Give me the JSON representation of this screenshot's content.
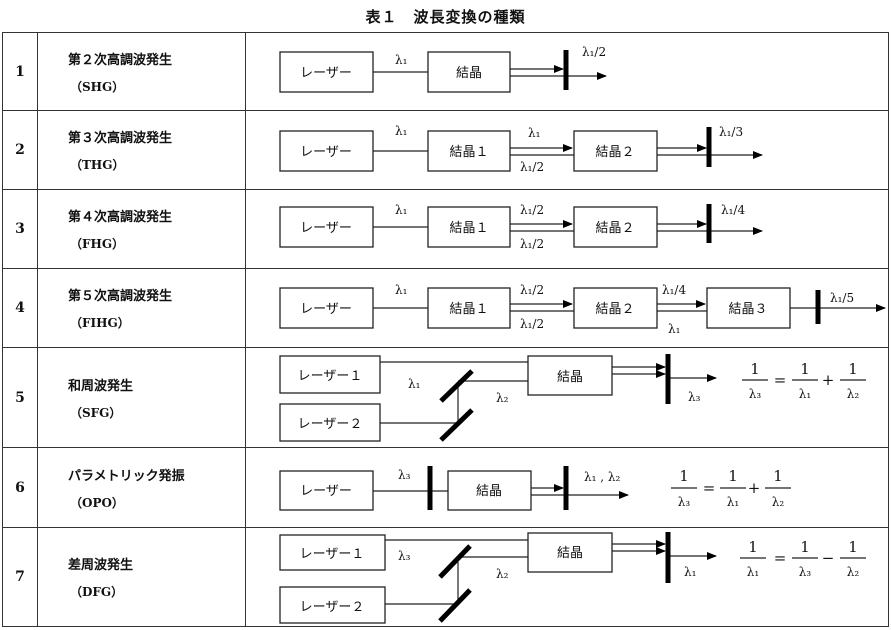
{
  "title": "表１　波長変換の種類",
  "rows": [
    {
      "number": "1",
      "name": "第２次高調波発生",
      "abbr": "（SHG）"
    },
    {
      "number": "2",
      "name": "第３次高調波発生",
      "abbr": "（THG）"
    },
    {
      "number": "3",
      "name": "第４次高調波発生",
      "abbr": "（FHG）"
    },
    {
      "number": "4",
      "name": "第５次高調波発生",
      "abbr": "（FIHG）"
    },
    {
      "number": "5",
      "name": "和周波発生",
      "abbr": "（SFG）"
    },
    {
      "number": "6",
      "name": "パラメトリック発振",
      "abbr": "（OPO）"
    },
    {
      "number": "7",
      "name": "差周波発生",
      "abbr": "（DFG）"
    }
  ],
  "boxes": {
    "laser": "レーザー",
    "laser1": "レーザー１",
    "laser2": "レーザー２",
    "crystal": "結晶",
    "crystal1": "結晶１",
    "crystal2": "結晶２",
    "crystal3": "結晶３"
  },
  "labels": {
    "l1": "λ₁",
    "l2": "λ₂",
    "l3": "λ₃",
    "l1_2": "λ₁/2",
    "l1_3": "λ₁/3",
    "l1_4": "λ₁/4",
    "l1_5": "λ₁/5",
    "l1_l2": "λ₁ , λ₂"
  },
  "formulas": {
    "numerator": "1",
    "eq": "=",
    "plus": "+",
    "minus": "−",
    "sfg": {
      "lhs": "λ₃",
      "r1": "λ₁",
      "op": "+",
      "r2": "λ₂"
    },
    "opo": {
      "lhs": "λ₃",
      "r1": "λ₁",
      "op": "+",
      "r2": "λ₂"
    },
    "dfg": {
      "lhs": "λ₁",
      "r1": "λ₃",
      "op": "−",
      "r2": "λ₂"
    }
  }
}
